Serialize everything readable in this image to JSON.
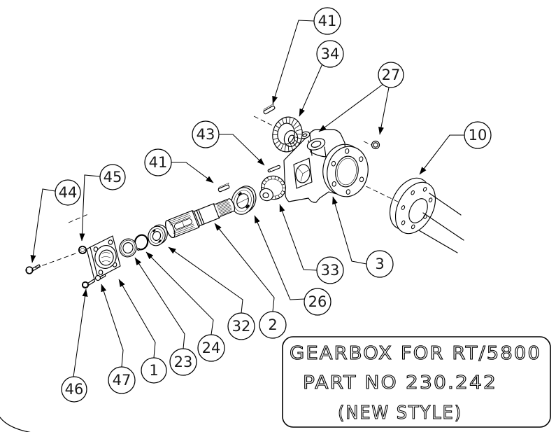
{
  "drawing": {
    "background": "#ffffff",
    "line_color": "#000000"
  },
  "title_block": {
    "line1": "GEARBOX FOR RT/5800",
    "line2": "PART NO 230.242",
    "line3": "(NEW STYLE)"
  },
  "callouts": [
    {
      "id": "key-bevel-gear",
      "label": "41"
    },
    {
      "id": "bevel-gear",
      "label": "34"
    },
    {
      "id": "plugs",
      "label": "27"
    },
    {
      "id": "axle-tube",
      "label": "10"
    },
    {
      "id": "roll-pin",
      "label": "43"
    },
    {
      "id": "key-shaft",
      "label": "41"
    },
    {
      "id": "nut",
      "label": "45"
    },
    {
      "id": "bolt",
      "label": "44"
    },
    {
      "id": "screw-left",
      "label": "46"
    },
    {
      "id": "screw-right",
      "label": "47"
    },
    {
      "id": "flange-plate",
      "label": "1"
    },
    {
      "id": "oil-seal",
      "label": "23"
    },
    {
      "id": "circlip",
      "label": "24"
    },
    {
      "id": "bearing-front",
      "label": "32"
    },
    {
      "id": "input-shaft",
      "label": "2"
    },
    {
      "id": "bearing-rear",
      "label": "26"
    },
    {
      "id": "pinion-gear",
      "label": "33"
    },
    {
      "id": "gearbox-housing",
      "label": "3"
    }
  ]
}
